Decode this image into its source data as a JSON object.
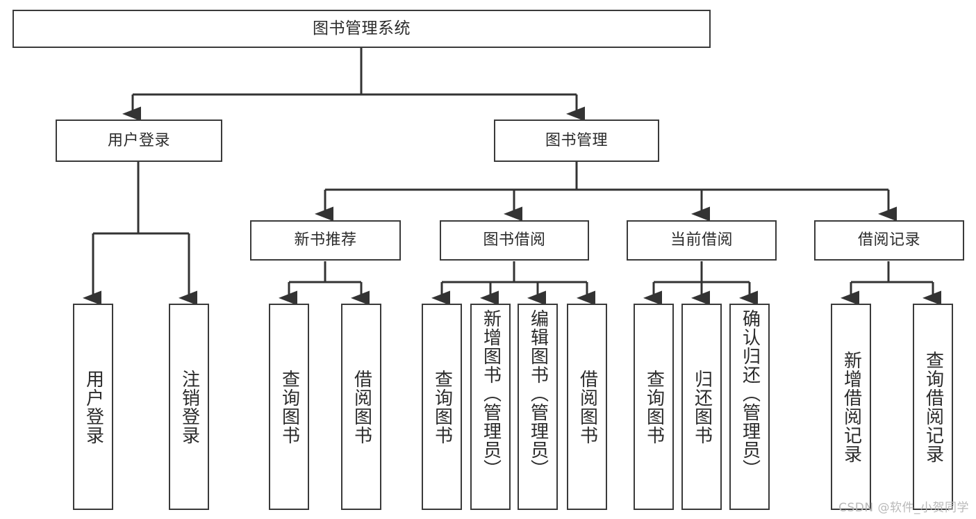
{
  "diagram": {
    "title": "图书管理系统",
    "type": "hierarchy-tree",
    "colors": {
      "border": "#3a3a3a",
      "text": "#2b2b2b",
      "background": "#ffffff",
      "edge": "#333333",
      "watermark": "#b9b9b9"
    },
    "nodes": {
      "root": {
        "label": "图书管理系统"
      },
      "level1": [
        {
          "id": "user-login",
          "label": "用户登录"
        },
        {
          "id": "book-management",
          "label": "图书管理"
        }
      ],
      "level2": [
        {
          "id": "new-book-recommend",
          "label": "新书推荐"
        },
        {
          "id": "book-borrow",
          "label": "图书借阅"
        },
        {
          "id": "current-borrow",
          "label": "当前借阅"
        },
        {
          "id": "borrow-record",
          "label": "借阅记录"
        }
      ],
      "leaves": {
        "user_login": [
          {
            "id": "leaf-user-login",
            "label": "用户登录"
          },
          {
            "id": "leaf-logout-login",
            "label": "注销登录"
          }
        ],
        "new_book_recommend": [
          {
            "id": "leaf-query-book-1",
            "label": "查询图书"
          },
          {
            "id": "leaf-borrow-book-1",
            "label": "借阅图书"
          }
        ],
        "book_borrow": [
          {
            "id": "leaf-query-book-2",
            "label": "查询图书"
          },
          {
            "id": "leaf-add-book",
            "label": "新增图书（管理员）"
          },
          {
            "id": "leaf-edit-book",
            "label": "编辑图书（管理员）"
          },
          {
            "id": "leaf-borrow-book-2",
            "label": "借阅图书"
          }
        ],
        "current_borrow": [
          {
            "id": "leaf-query-book-3",
            "label": "查询图书"
          },
          {
            "id": "leaf-return-book",
            "label": "归还图书"
          },
          {
            "id": "leaf-confirm-return",
            "label": "确认归还（管理员）"
          }
        ],
        "borrow_record": [
          {
            "id": "leaf-add-record",
            "label": "新增借阅记录"
          },
          {
            "id": "leaf-query-record",
            "label": "查询借阅记录"
          }
        ]
      }
    }
  },
  "watermark": {
    "text": "CSDN @软件_小贺同学"
  }
}
